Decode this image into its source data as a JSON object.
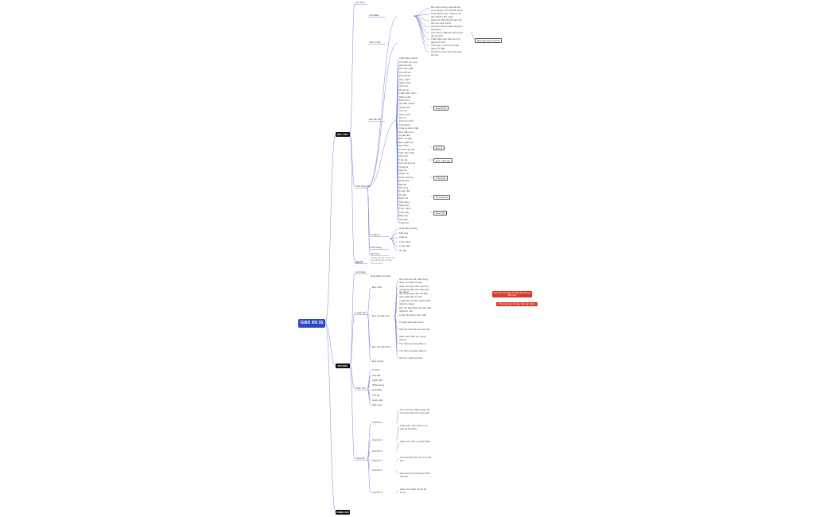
{
  "root": "GIÁO ÁN 3S",
  "main": [
    "ĐẦU TIẾT",
    "BÀI ĐỌC",
    "CHÍNH XÁC"
  ],
  "top": {
    "branches": [
      "Lời chào",
      "Khởi động bài",
      "Vấn đề"
    ],
    "sub_branches": [
      "Chủ điểm",
      "Tâm trí bài",
      "Đặt vấn đề"
    ],
    "s1_items": [
      "Bối cảnh chung của bài đọc: Câu chuyện cho chủ đề chính",
      "Hoạt động nhóm: chia sẻ về trải nghiệm liên quan",
      "Giáo viên đặt câu hỏi gợi mở cho học sinh trả lời",
      "Ghi lại từ khoá quan trọng lên bảng phụ",
      "Học sinh tự đặt câu hỏi về nội dung chính",
      "Thảo luận theo cặp và trình bày trước lớp",
      "Thời gian: 5 phút cho hoạt động mở đầu",
      "Chuẩn bị tranh ảnh minh hoạ bài học"
    ],
    "s1_tag": "Mục tiêu chính của bài",
    "list": [
      "Khởi động nhanh",
      "Trò chơi từ vựng",
      "Hát một bài",
      "Đọc thơ ngắn",
      "Câu đố vui",
      "Kể chuyện",
      "Xem tranh",
      "Nghe nhạc",
      "Vẽ tranh",
      "Đóng vai",
      "Thảo luận nhóm",
      "Phỏng vấn",
      "Bình chọn",
      "Hỏi đáp nhanh",
      "Ghép chữ",
      "Tìm từ",
      "Giải ô chữ",
      "Đố vui",
      "Chơi trò chơi",
      "Tổng kết ý",
      "Chia sẻ cảm nhận",
      "Đọc diễn cảm",
      "Luyện đọc",
      "Đọc nối tiếp",
      "Đọc phân vai",
      "Đọc thầm",
      "Trả lời câu hỏi",
      "Viết cảm nhận",
      "Ghi nhớ",
      "Tóm tắt",
      "Liên hệ thực tế",
      "Củng cố",
      "Dặn dò",
      "Nhận xét",
      "Khen thưởng",
      "Đánh giá",
      "Bài tập",
      "Mở rộng",
      "Luyện tập",
      "Ôn tập",
      "Kiểm tra",
      "Vận dụng",
      "Sáng tạo",
      "Thực hành",
      "Trình bày",
      "Báo cáo",
      "Kết luận",
      "Tổng kết"
    ],
    "tags": [
      "Hoạt động",
      "Đọc to",
      "Đọc - Hiểu bài",
      "Thảo luận",
      "Trình bày lại",
      "Đánh giá"
    ],
    "bottom": [
      "Chuẩn bị",
      "Khởi động",
      "Kết thúc"
    ],
    "b_items": [
      "Hoạt động chung",
      "Mở rộng",
      "Chia sẻ",
      "Thực hành",
      "Luyện tập",
      "Ôn tập"
    ],
    "note": "Thông báo kế hoạch tiết sau và bài tập về nhà cho học sinh",
    "end_label": "Chú ý"
  },
  "mid": {
    "branches": [
      "Giới thiệu",
      "Luyện đọc",
      "Phân tích",
      "Tổng kết"
    ],
    "first": "Hoạt động cá nhân",
    "sub": [
      "Đọc mẫu",
      "Đọc nối tiếp câu",
      "Đọc nối tiếp đoạn",
      "Đọc cả bài"
    ],
    "para": [
      "Học sinh đọc cá nhân từng đoạn và nhận xét bạn",
      "Giáo viên đọc mẫu toàn bài với giọng diễn cảm phù hợp nội dung",
      "Học sinh luyện đọc nối tiếp câu, phát hiện từ khó",
      "Luyện đọc từ khó: hướng dẫn phát âm đúng",
      "Đọc nối tiếp đoạn kết hợp giải nghĩa từ mới",
      "Luyện đọc theo nhóm đôi",
      "Thi đọc giữa các nhóm",
      "Một học sinh đọc lại toàn bài",
      "Giáo viên nhận xét, tuyên dương",
      "Tìm hiểu nội dung đoạn 1",
      "Tìm hiểu nội dung đoạn 2",
      "Rút ra ý nghĩa của bài"
    ],
    "list2": [
      "Từ khó",
      "Câu dài",
      "Ngắt nghỉ",
      "Nhấn giọng",
      "Ngữ điệu",
      "Tốc độ",
      "Giọng đọc",
      "Diễn cảm"
    ],
    "lower_sub": [
      "Câu hỏi 1",
      "Câu hỏi 2",
      "Câu hỏi 3",
      "Câu hỏi 4",
      "Câu hỏi 5",
      "Câu hỏi 6"
    ],
    "lower_para": [
      "Học sinh đọc thầm đoạn văn và trả lời câu hỏi trong sách",
      "Thảo luận nhóm để tìm ra câu trả lời đúng",
      "Giáo viên chốt ý và ghi bảng",
      "Liên hệ bản thân và rút ra bài học",
      "Học sinh nêu nội dung chính của bài",
      "Giáo viên nhận xét và bổ sung"
    ]
  },
  "side_notes": [
    "Mục tiêu: rèn luyện kỹ năng đọc hiểu và diễn cảm",
    "Phương pháp: hỏi đáp, thảo luận nhóm"
  ]
}
